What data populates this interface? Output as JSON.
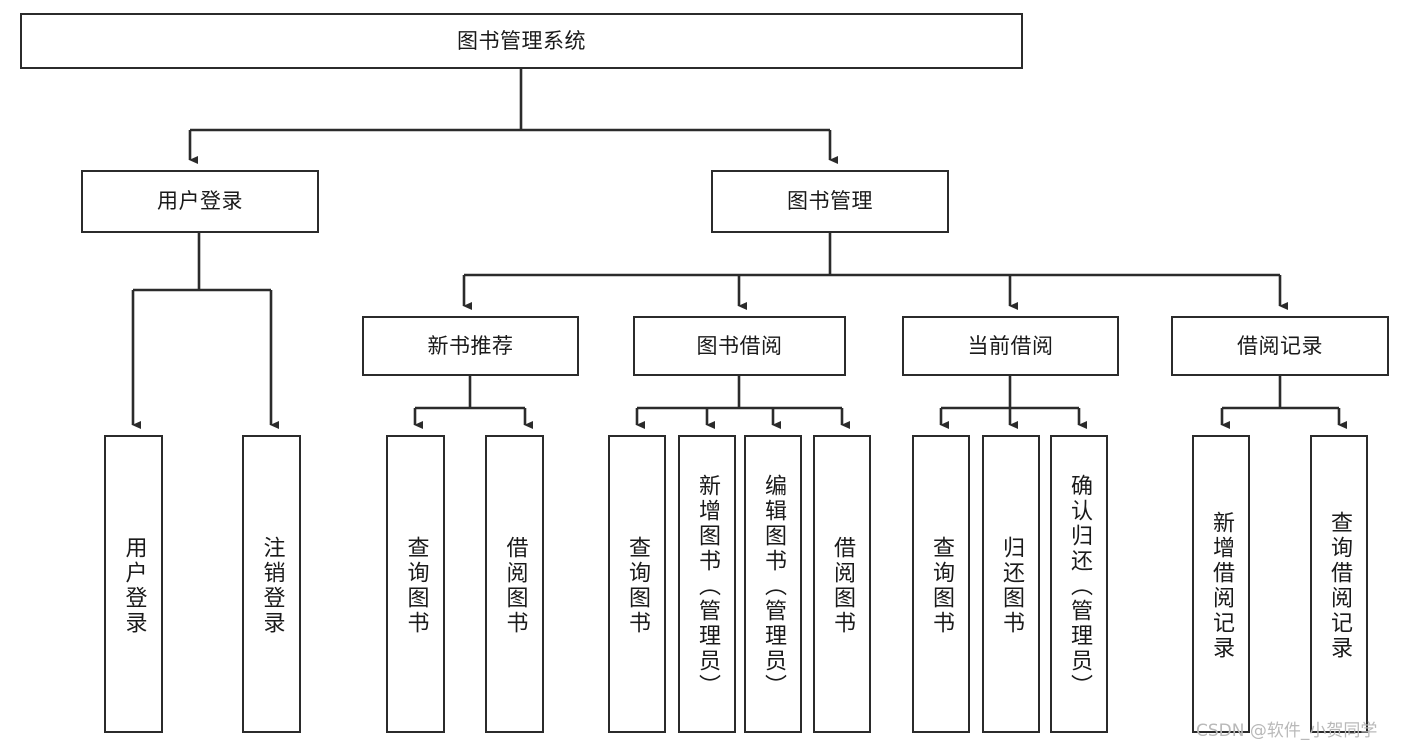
{
  "diagram": {
    "type": "tree-hierarchy",
    "title": "图书管理系统",
    "watermark": "CSDN @软件_小贺同学",
    "colors": {
      "box_border": "#2b2b2b",
      "box_fill": "#ffffff",
      "connector": "#2b2b2b",
      "text": "#1a1a1a",
      "watermark": "#b9b9b9",
      "background": "#ffffff"
    },
    "nodes": {
      "root": "图书管理系统",
      "level2": {
        "user_login": "用户登录",
        "book_manage": "图书管理"
      },
      "level3": {
        "new_book_rec": "新书推荐",
        "book_borrow": "图书借阅",
        "current_borrow": "当前借阅",
        "borrow_record": "借阅记录"
      },
      "leaves": {
        "user_login_1": "用户登录",
        "user_login_2": "注销登录",
        "new_book_rec_1": "查询图书",
        "new_book_rec_2": "借阅图书",
        "book_borrow_1": "查询图书",
        "book_borrow_2": "新增图书（管理员）",
        "book_borrow_3": "编辑图书（管理员）",
        "book_borrow_4": "借阅图书",
        "current_borrow_1": "查询图书",
        "current_borrow_2": "归还图书",
        "current_borrow_3": "确认归还（管理员）",
        "borrow_record_1": "新增借阅记录",
        "borrow_record_2": "查询借阅记录"
      }
    }
  }
}
